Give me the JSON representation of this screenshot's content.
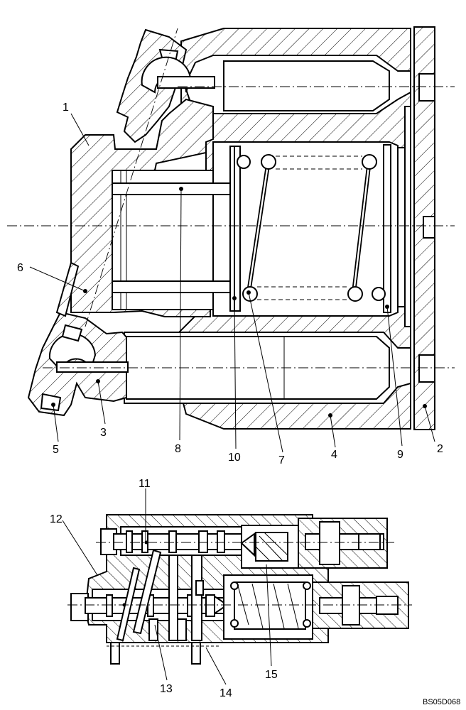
{
  "drawing": {
    "reference_code": "BS05D068"
  },
  "callouts": [
    {
      "id": "c1",
      "label": "1"
    },
    {
      "id": "c2",
      "label": "2"
    },
    {
      "id": "c3",
      "label": "3"
    },
    {
      "id": "c4",
      "label": "4"
    },
    {
      "id": "c5",
      "label": "5"
    },
    {
      "id": "c6",
      "label": "6"
    },
    {
      "id": "c7",
      "label": "7"
    },
    {
      "id": "c8",
      "label": "8"
    },
    {
      "id": "c9",
      "label": "9"
    },
    {
      "id": "c10",
      "label": "10"
    },
    {
      "id": "c11",
      "label": "11"
    },
    {
      "id": "c12",
      "label": "12"
    },
    {
      "id": "c13",
      "label": "13"
    },
    {
      "id": "c14",
      "label": "14"
    },
    {
      "id": "c15",
      "label": "15"
    }
  ]
}
